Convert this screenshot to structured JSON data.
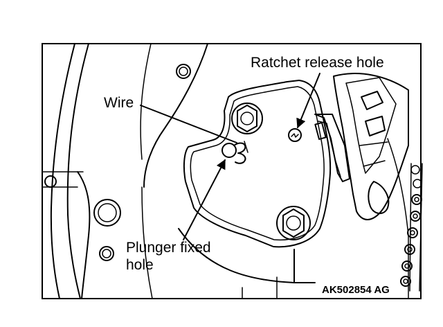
{
  "labels": {
    "ratchet": "Ratchet release hole",
    "wire": "Wire",
    "plunger_line1": "Plunger fixed",
    "plunger_line2": "hole",
    "code": "AK502854 AG"
  },
  "colors": {
    "ink": "#000000",
    "paper": "#ffffff"
  }
}
